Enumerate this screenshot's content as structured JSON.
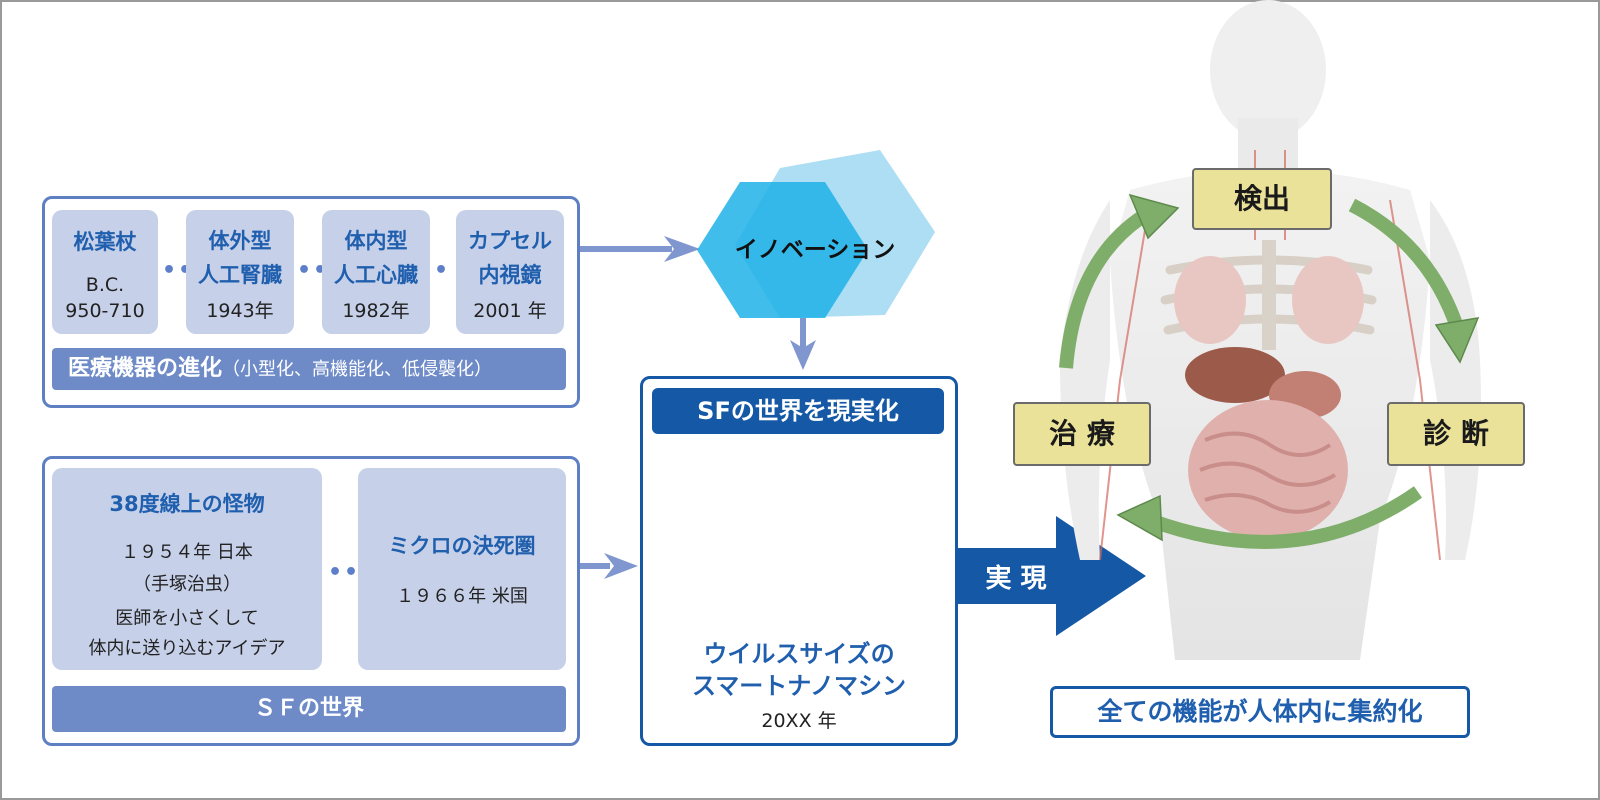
{
  "evolution": {
    "cards": [
      {
        "title": [
          "松葉杖"
        ],
        "date": [
          "B.C.",
          "950-710"
        ]
      },
      {
        "title": [
          "体外型",
          "人工腎臓"
        ],
        "date": [
          "1943年"
        ]
      },
      {
        "title": [
          "体内型",
          "人工心臓"
        ],
        "date": [
          "1982年"
        ]
      },
      {
        "title": [
          "カプセル",
          "内視鏡"
        ],
        "date": [
          "2001 年"
        ]
      }
    ],
    "caption_main": "医療機器の進化",
    "caption_sub": "（小型化、高機能化、低侵襲化）"
  },
  "sf_world": {
    "card1": {
      "title": "38度線上の怪物",
      "line1": "１９５４年 日本",
      "line2": "（手塚治虫）",
      "line3": "医師を小さくして",
      "line4": "体内に送り込むアイデア"
    },
    "card2": {
      "title": "ミクロの決死圏",
      "line1": "１９６６年 米国"
    },
    "caption": "ＳＦの世界"
  },
  "innovation": {
    "label": "イノベーション"
  },
  "reality": {
    "header": "SFの世界を現実化",
    "name1": "ウイルスサイズの",
    "name2": "スマートナノマシン",
    "year": "20XX 年"
  },
  "realize_label": "実 現",
  "cycle": {
    "detect": "検出",
    "diagnose": "診 断",
    "treat": "治 療"
  },
  "body_caption": "全ての機能が人体内に集約化",
  "colors": {
    "accent_blue": "#1f5fae",
    "panel_blue": "#6e8bc8",
    "arrow_green": "#7fae6a",
    "label_yellow": "#ebe29a"
  }
}
